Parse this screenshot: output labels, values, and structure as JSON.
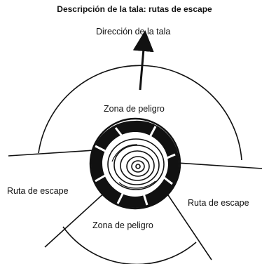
{
  "title": "Descripción de la tala: rutas de escape",
  "labels": {
    "felling_direction": "Dirección de la tala",
    "danger_zone_top": "Zona de peligro",
    "danger_zone_bottom": "Zona de peligro",
    "escape_route_left": "Ruta de escape",
    "escape_route_right": "Ruta de escape"
  },
  "colors": {
    "ink": "#111111",
    "background": "#ffffff"
  }
}
